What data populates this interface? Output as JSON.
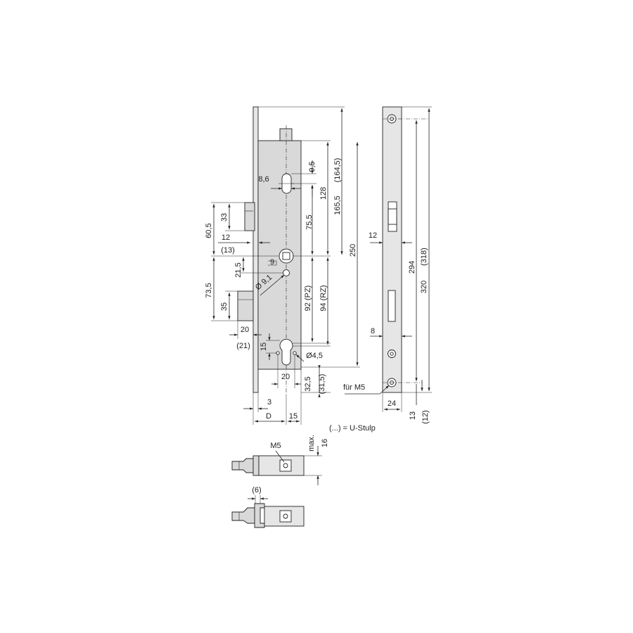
{
  "front_view": {
    "dims": {
      "d8_6": "8,6",
      "d9_5": "9,5",
      "d128": "128",
      "d165": "165,5",
      "d164": "(164,5)",
      "d75_5": "75,5",
      "d250": "250",
      "d60_5": "60,5",
      "d33": "33",
      "d12": "12",
      "d13": "(13)",
      "d9": "9",
      "d21_5": "21,5",
      "d9_1": "Ø 9,1",
      "d73_5": "73,5",
      "d35": "35",
      "d92": "92 (PZ)",
      "d94": "94 (RZ)",
      "d20a": "20",
      "d21": "(21)",
      "d15a": "15",
      "d4_5": "Ø4,5",
      "d20b": "20",
      "d32_5": "32,5",
      "d31_5": "(31,5)",
      "d3": "3",
      "dD": "D",
      "d15b": "15"
    },
    "legend": "(...) = U-Stulp"
  },
  "side_view": {
    "dims": {
      "d12": "12",
      "d8": "8",
      "d294": "294",
      "d320": "320",
      "d318": "(318)",
      "d24": "24",
      "d13": "13",
      "d12b": "(12)"
    },
    "note": "für M5"
  },
  "bolt_views": {
    "m5": "M5",
    "max": "max.",
    "d16": "16",
    "d6": "(6)"
  }
}
